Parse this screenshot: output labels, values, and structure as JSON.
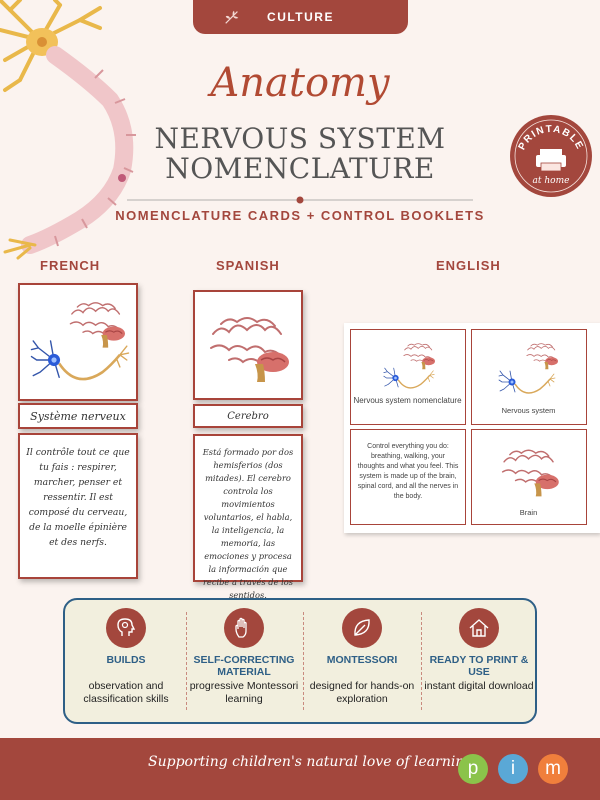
{
  "tab": {
    "label": "CULTURE"
  },
  "header": {
    "script_title": "Anatomy",
    "title_line1": "NERVOUS SYSTEM",
    "title_line2": "NOMENCLATURE",
    "subtitle": "NOMENCLATURE CARDS + CONTROL BOOKLETS"
  },
  "badge": {
    "line1": "PRINTABLE",
    "line2": "at home"
  },
  "languages": {
    "french": {
      "label": "FRENCH",
      "card_label": "Système nerveux",
      "card_text": "Il contrôle tout ce que tu fais : respirer, marcher, penser et ressentir. Il est composé du cerveau, de la moelle épinière et des nerfs."
    },
    "spanish": {
      "label": "SPANISH",
      "card_label": "Cerebro",
      "card_text": "Está formado por dos hemisferios (dos mitades). El cerebro controla los movimientos voluntarios, el habla, la inteligencia, la memoria, las emociones y procesa la información que recibe a través de los sentidos."
    },
    "english": {
      "label": "ENGLISH",
      "card1_label": "Nervous system nomenclature",
      "card2_label": "Nervous system",
      "card3_text": "Control everything you do: breathing, walking, your thoughts and what you feel. This system is made up of the brain, spinal cord, and all the nerves in the body.",
      "card4_label": "Brain"
    }
  },
  "features": [
    {
      "head": "BUILDS",
      "desc": "observation and classification skills",
      "icon": "head-icon"
    },
    {
      "head": "SELF-CORRECTING MATERIAL",
      "desc": "progressive Montessori learning",
      "icon": "hand-icon"
    },
    {
      "head": "MONTESSORI",
      "desc": "designed for hands-on exploration",
      "icon": "leaf-icon"
    },
    {
      "head": "READY TO PRINT & USE",
      "desc": "instant digital download",
      "icon": "house-icon"
    }
  ],
  "footer": {
    "tagline": "Supporting children's natural love of learning",
    "logo": [
      "p",
      "i",
      "m"
    ]
  },
  "colors": {
    "brand": "#a3473d",
    "accent_blue": "#2e5f86",
    "background": "#fbf3ef",
    "logo_green": "#8bc34a",
    "logo_blue": "#5aa8d6",
    "logo_orange": "#f07f3c"
  }
}
